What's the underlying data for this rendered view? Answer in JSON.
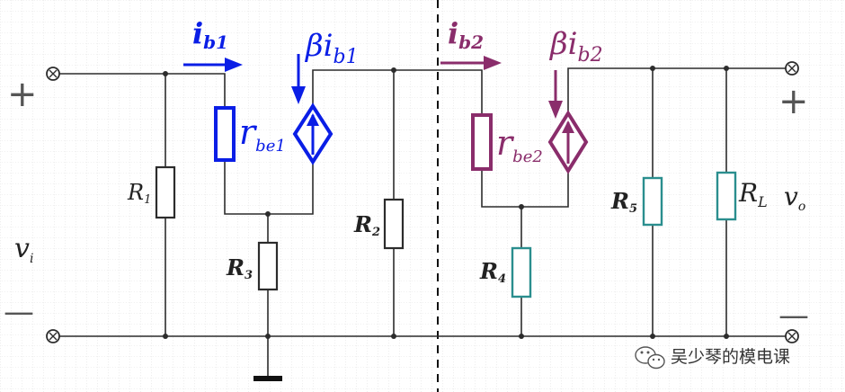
{
  "colors": {
    "wire": "#2c2c2c",
    "blue": "#0a1ee6",
    "purple": "#8a2d6b",
    "teal": "#2a8e8e",
    "grid": "#c9c9c9",
    "divider": "#111111"
  },
  "labels": {
    "ib1_main": "i",
    "ib1_sub": "b1",
    "beta_ib1_main": "βi",
    "beta_ib1_sub": "b1",
    "rbe1_main": "r",
    "rbe1_sub": "be1",
    "ib2_main": "i",
    "ib2_sub": "b2",
    "beta_ib2_main": "βi",
    "beta_ib2_sub": "b2",
    "rbe2_main": "r",
    "rbe2_sub": "be2",
    "r1_main": "R",
    "r1_sub": "1",
    "r2_main": "R",
    "r2_sub": "2",
    "r3_main": "R",
    "r3_sub": "3",
    "r4_main": "R",
    "r4_sub": "4",
    "r5_main": "R",
    "r5_sub": "5",
    "rl_main": "R",
    "rl_sub": "L",
    "vi_main": "v",
    "vi_sub": "i",
    "vo_main": "v",
    "vo_sub": "o",
    "plus": "+",
    "minus": "—"
  },
  "watermark": {
    "text": "吴少琴的模电课",
    "icon": "wechat-icon"
  }
}
